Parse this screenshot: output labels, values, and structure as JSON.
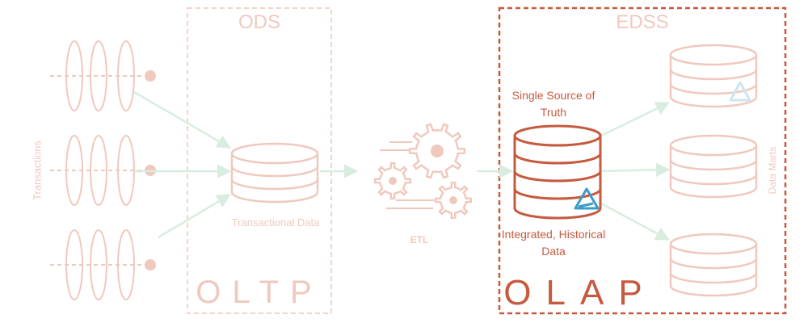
{
  "diagram": {
    "ods_title": "ODS",
    "edss_title": "EDSS",
    "oltp_label": "OLTP",
    "olap_label": "OLAP",
    "transactional_data_label": "Transactional Data",
    "etl_label": "ETL",
    "single_source_label": "Single Source of Truth",
    "integrated_label": "Integrated, Historical Data",
    "transactions_label": "Transactions",
    "data_marts_label": "Data Marts"
  },
  "colors": {
    "faded_accent": "#f0c9be",
    "strong_accent": "#c65a3f",
    "arrow": "#d8eddf",
    "logo": "#3a9cc8"
  }
}
